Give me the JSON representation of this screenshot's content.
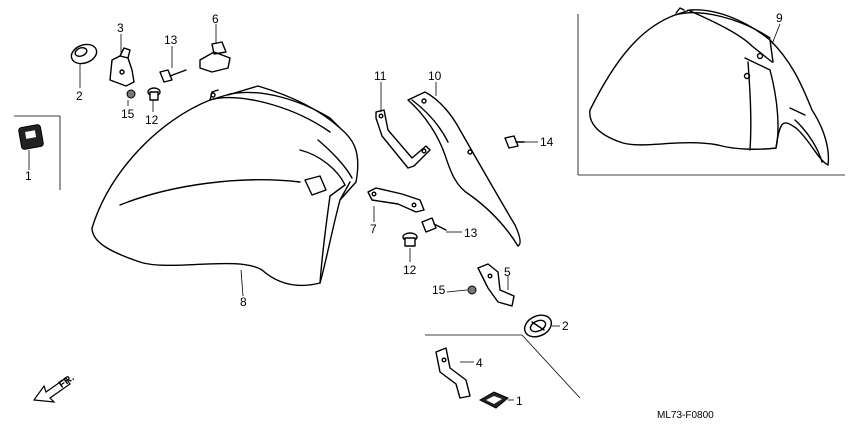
{
  "diagram": {
    "code": "ML73-F0800",
    "direction_label": "FR.",
    "callouts": [
      "1",
      "2",
      "3",
      "4",
      "5",
      "6",
      "7",
      "8",
      "9",
      "10",
      "11",
      "12",
      "13",
      "14",
      "15"
    ]
  }
}
